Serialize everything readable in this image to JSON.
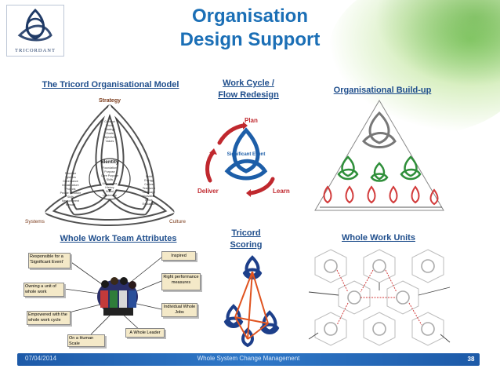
{
  "logo": {
    "name": "TRICORDANT"
  },
  "title": {
    "line1": "Organisation",
    "line2": "Design Support"
  },
  "sections": {
    "tricord_model": "The Tricord Organisational Model",
    "work_cycle_1": "Work Cycle /",
    "work_cycle_2": "Flow Redesign",
    "buildup": "Organisational Build-up",
    "team_attributes": "Whole Work Team Attributes",
    "tricord_scoring_1": "Tricord",
    "tricord_scoring_2": "Scoring",
    "whole_work_units": "Whole Work Units"
  },
  "model": {
    "strategy": "Strategy",
    "identity": "Identity",
    "systems": "Systems",
    "culture": "Culture",
    "strategy_items": [
      "Concept",
      "Vision",
      "Strategy",
      "Goals",
      "Objectives",
      "Values"
    ],
    "identity_items": [
      "Foundation",
      "Purpose",
      "Core Purpose",
      "Skills",
      "Uniqueness",
      "History",
      "Brand",
      "Leadership"
    ],
    "systems_items": [
      "Structure",
      "Systems",
      "Governance",
      "Infrastructure",
      "Projects",
      "People Structure",
      "Skills",
      "Measurement",
      "Reward"
    ],
    "culture_items": [
      "Spirit",
      "Energy",
      "Culture",
      "Teamwork",
      "Language",
      "Motivation",
      "Ethos",
      "Evaluation"
    ]
  },
  "cycle": {
    "plan": "Plan",
    "deliver": "Deliver",
    "learn": "Learn",
    "center": "Significant Event"
  },
  "attributes": {
    "left": [
      "Responsible for a 'Significant Event'",
      "Owning a unit of whole work",
      "Empowered with the whole work cycle",
      "On a Human Scale"
    ],
    "right": [
      "Inspired",
      "Right performance measures",
      "Individual Whole Jobs",
      "A Whole Leader"
    ]
  },
  "footer": {
    "date": "07/04/2014",
    "center": "Whole System Change Management",
    "page": "38"
  },
  "colors": {
    "title": "#1b6fb6",
    "label": "#1f4e8c",
    "footer": "#1d5aa8",
    "cycle_red": "#c0282e",
    "cycle_blue": "#1d5ea8",
    "buildup_green": "#2f8f3a",
    "buildup_red": "#d23a3a"
  }
}
